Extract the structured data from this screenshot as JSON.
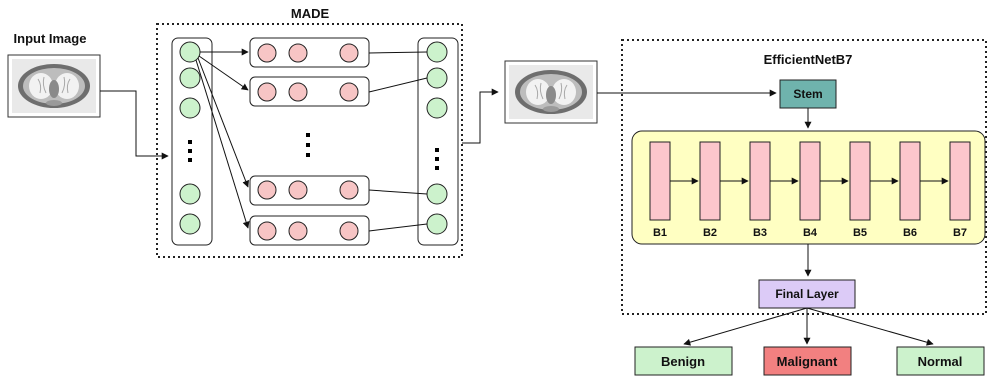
{
  "labels": {
    "input_image": "Input Image",
    "made": "MADE",
    "efficientnet": "EfficientNetB7",
    "stem": "Stem",
    "final_layer": "Final Layer"
  },
  "blocks": [
    "B1",
    "B2",
    "B3",
    "B4",
    "B5",
    "B6",
    "B7"
  ],
  "outputs": [
    {
      "key": "benign",
      "label": "Benign",
      "color": "#ccf2cc"
    },
    {
      "key": "malignant",
      "label": "Malignant",
      "color": "#f28080"
    },
    {
      "key": "normal",
      "label": "Normal",
      "color": "#ccf2cc"
    }
  ],
  "colors": {
    "input_node": "#ccf2cc",
    "hidden_node": "#f7c5c5",
    "stem": "#6fb3ad",
    "block_region": "#ffffc2",
    "block": "#fcc6cc",
    "final_layer": "#dccbf7",
    "ct_background": "#e9e9e9"
  },
  "icons": {
    "input_ct": "lung-ct-scan-image",
    "transformed_ct": "lung-ct-scan-image"
  }
}
